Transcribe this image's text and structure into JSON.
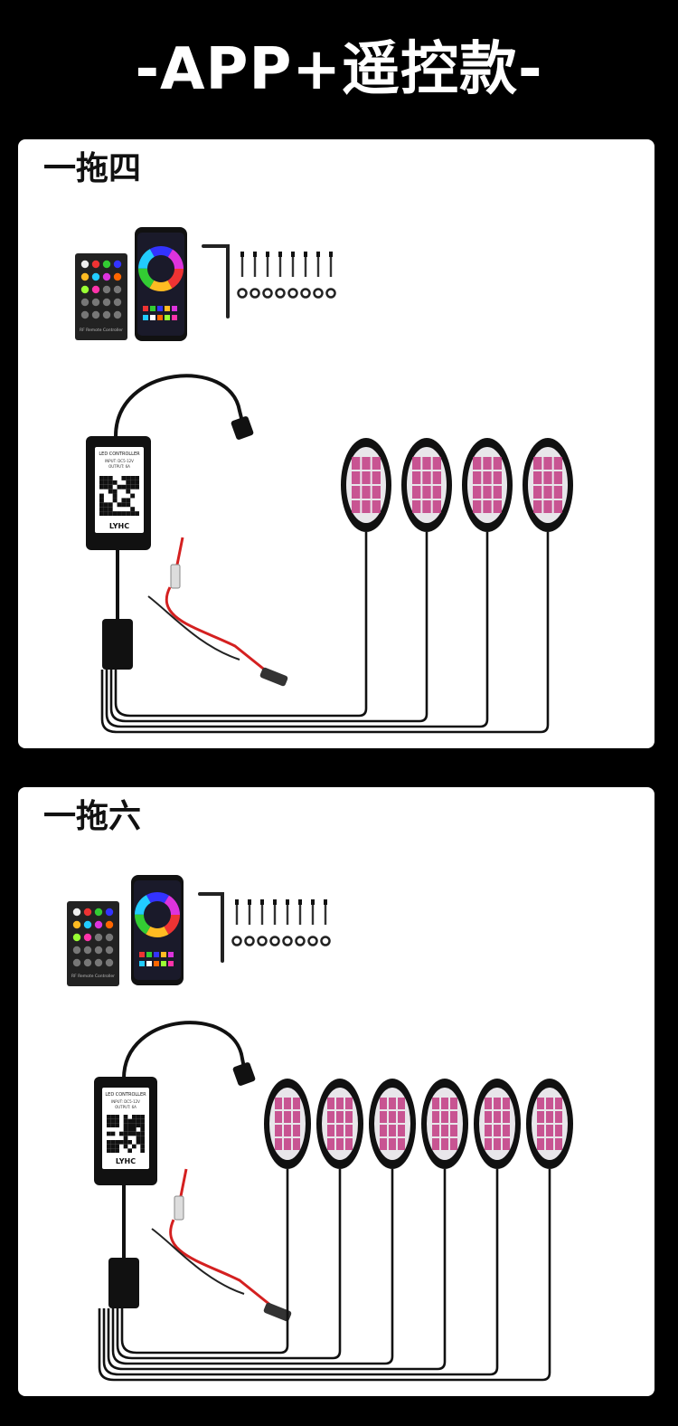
{
  "headline": "-APP+遥控款-",
  "sections": [
    {
      "title": "一拖四",
      "pods": 4,
      "remote_label": "RF Remote Controller",
      "controller": {
        "header": "LED CONTROLLER",
        "spec_line1": "INPUT: DC5-12V",
        "spec_line2": "OUTPUT: 6A",
        "brand": "LYHC"
      }
    },
    {
      "title": "一拖六",
      "pods": 6,
      "remote_label": "RF Remote Controller",
      "controller": {
        "header": "LED CONTROLLER",
        "spec_line1": "INPUT: DC5-12V",
        "spec_line2": "OUTPUT: 6A",
        "brand": "LYHC"
      }
    }
  ],
  "colors": {
    "background": "#000000",
    "panel": "#ffffff",
    "pod_light": "#e8e6ea",
    "pod_grid": "#c23a82",
    "wire_red": "#d42020"
  }
}
